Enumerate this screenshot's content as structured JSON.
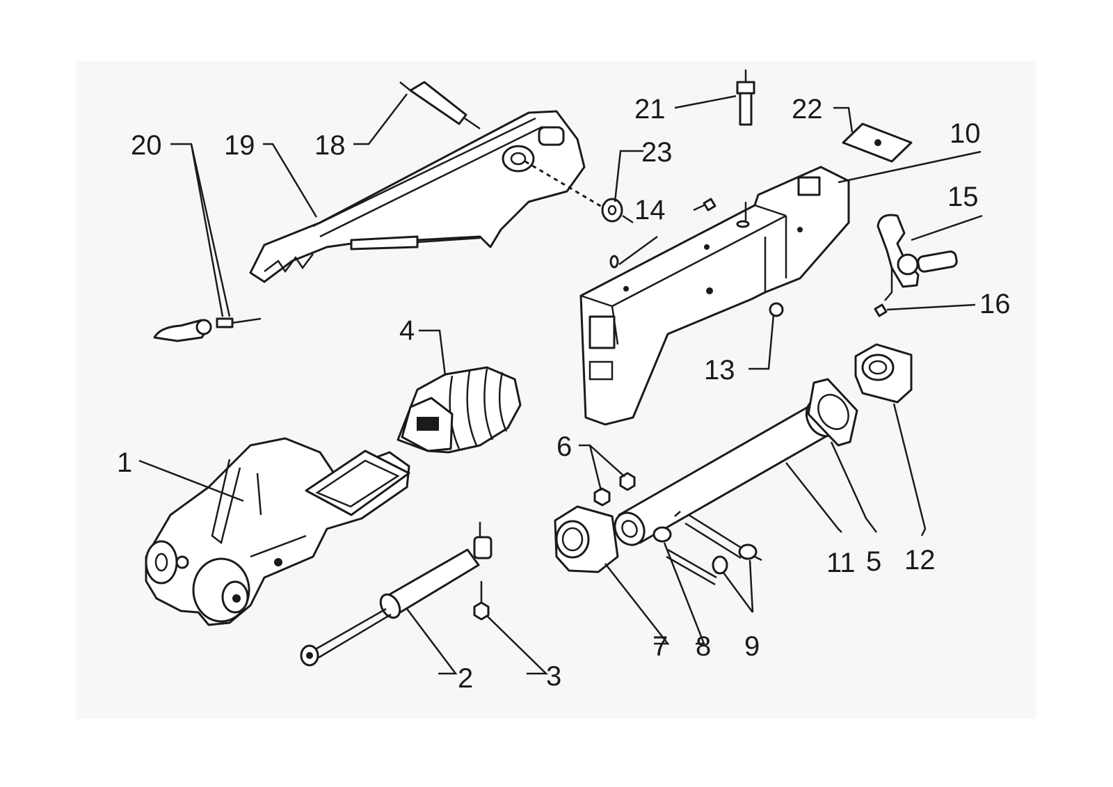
{
  "diagram": {
    "callouts": [
      "1",
      "2",
      "3",
      "4",
      "5",
      "6",
      "7",
      "8",
      "9",
      "10",
      "11",
      "12",
      "13",
      "14",
      "15",
      "16",
      "18",
      "19",
      "20",
      "21",
      "22",
      "23"
    ]
  }
}
